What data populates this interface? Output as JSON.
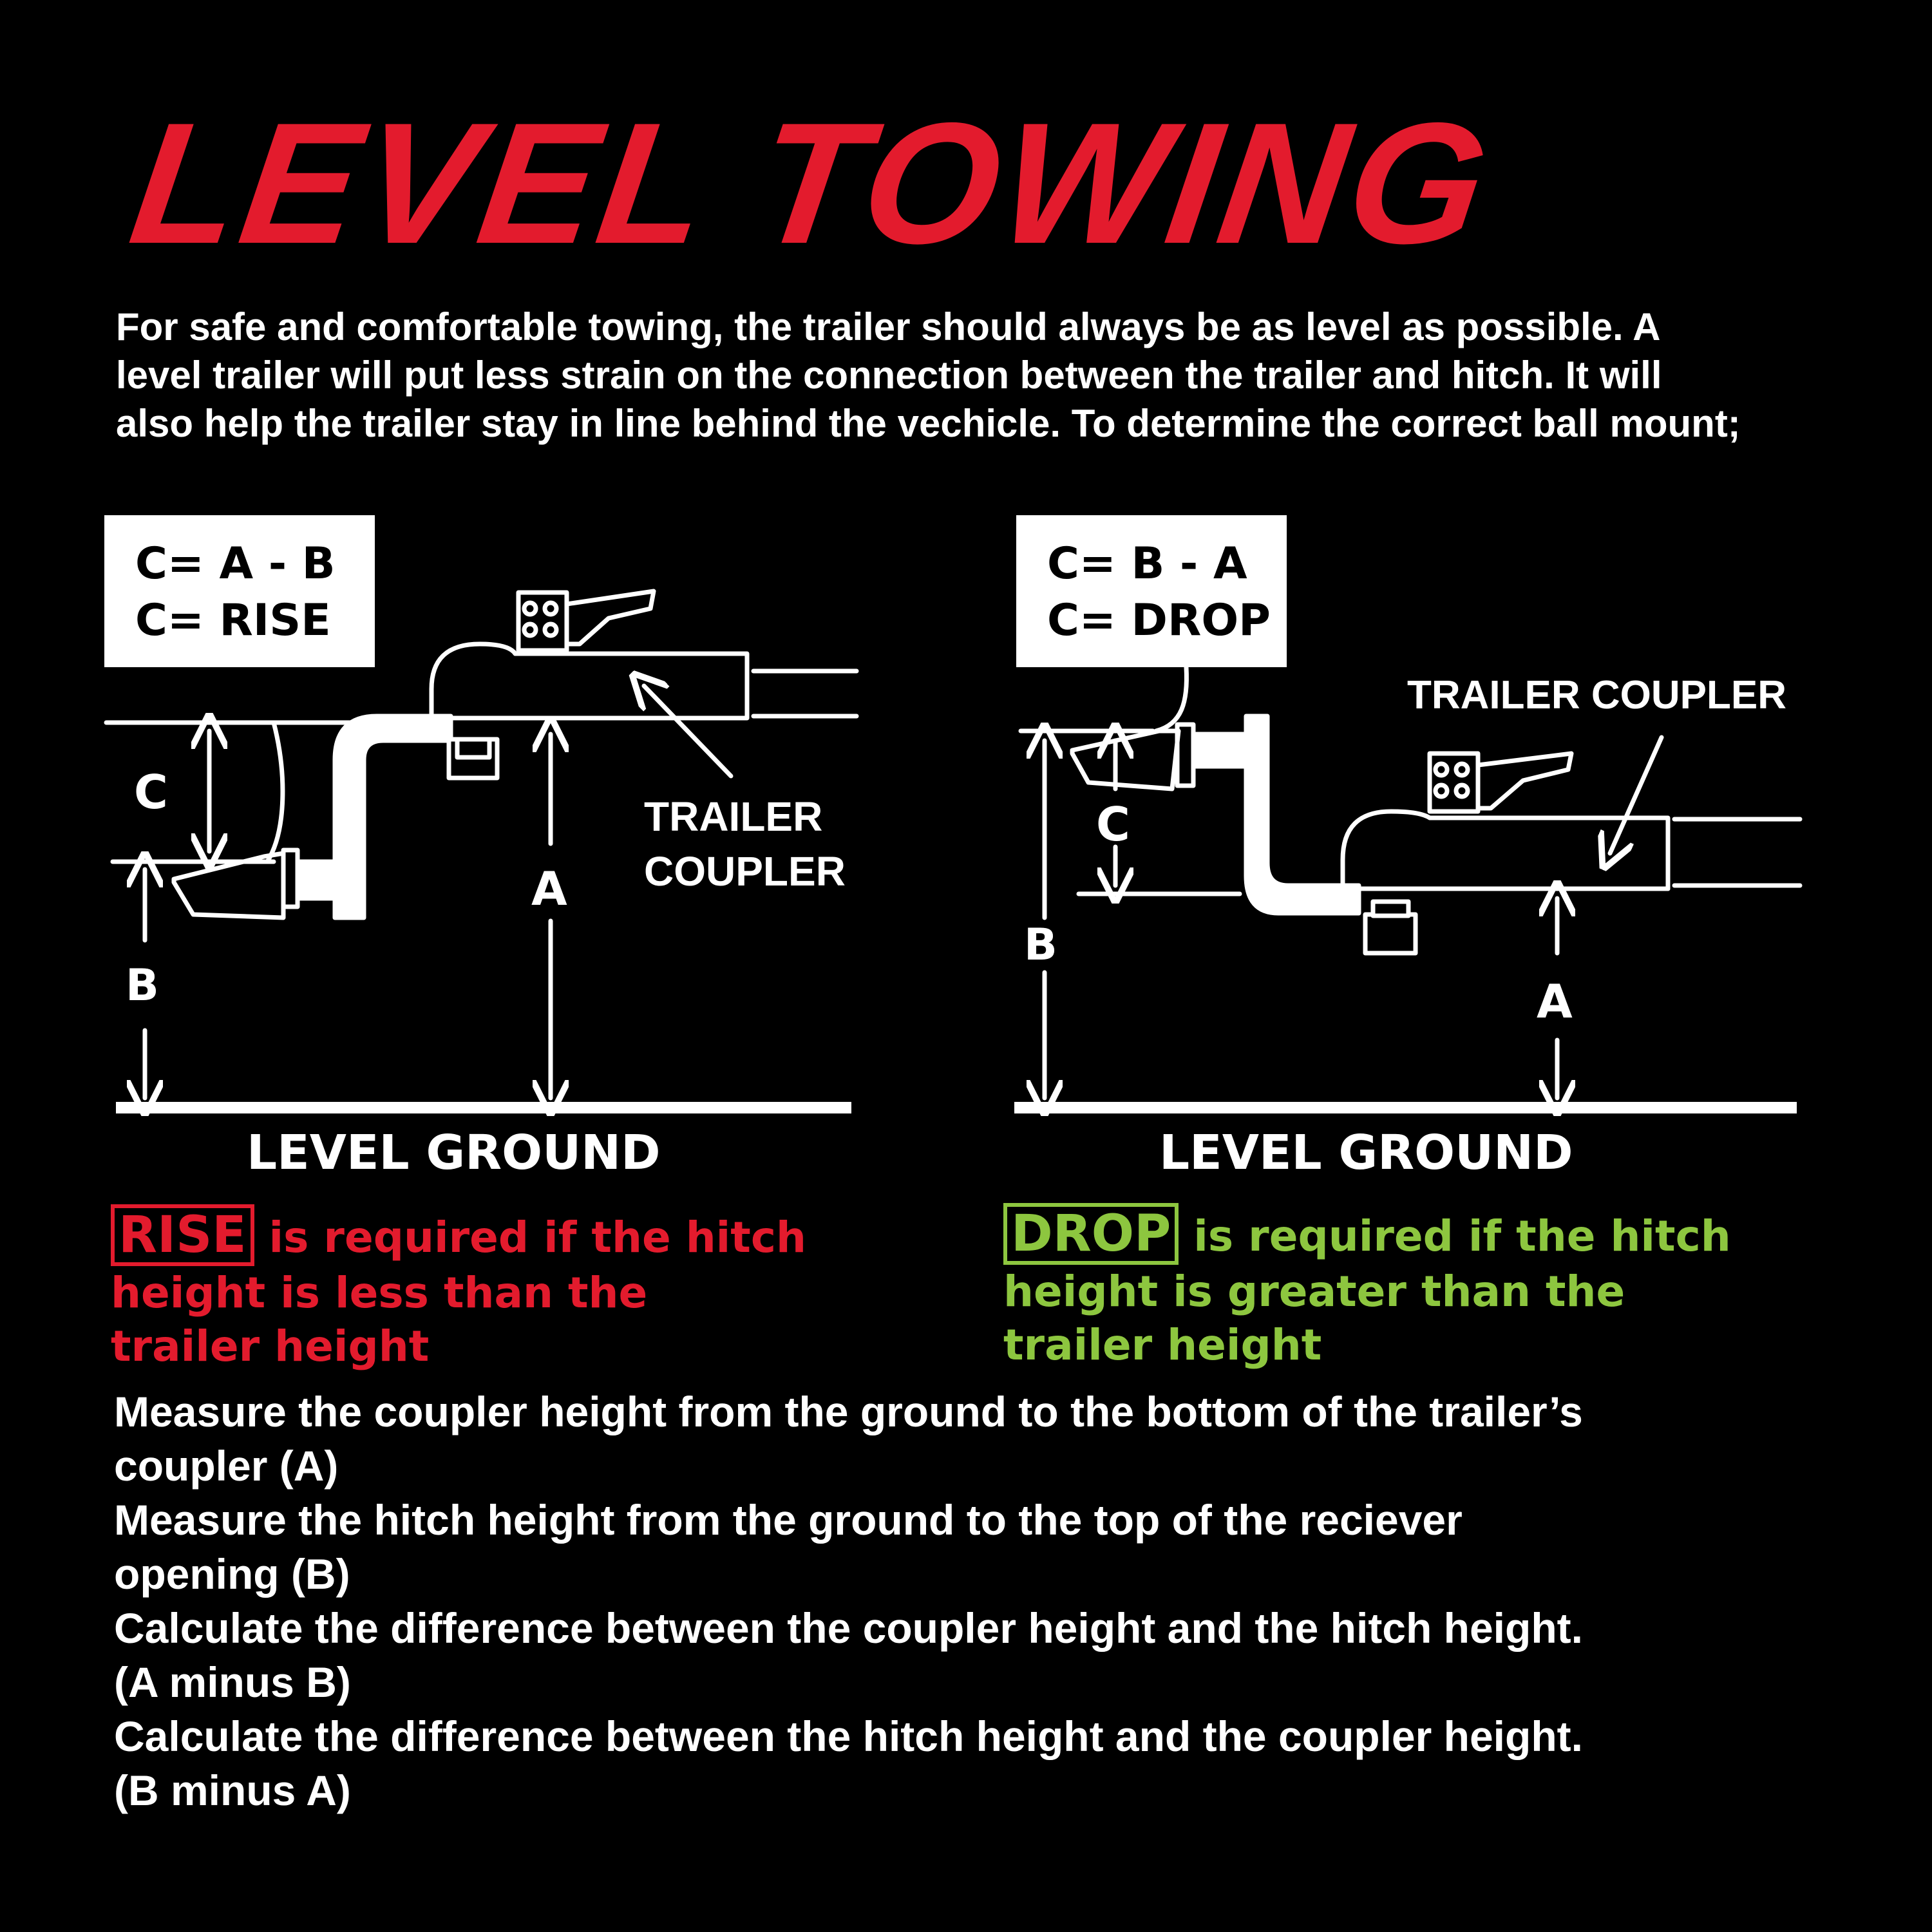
{
  "colors": {
    "background": "#000000",
    "accent_red": "#e31b2d",
    "accent_green": "#8dc63f",
    "foreground": "#ffffff"
  },
  "title": "LEVEL TOWING",
  "intro_lines": [
    "For safe and comfortable towing, the trailer should always be as level as possible. A",
    "level trailer will put less strain on the connection between the trailer and hitch. It will",
    "also help the trailer stay in line behind the vechicle. To determine the correct ball mount;"
  ],
  "rise_diagram": {
    "formula_line1": "C= A - B",
    "formula_line2": "C= RISE",
    "label_c": "C",
    "label_a": "A",
    "label_b": "B",
    "coupler_label_line1": "TRAILER",
    "coupler_label_line2": "COUPLER",
    "ground_label": "LEVEL GROUND"
  },
  "drop_diagram": {
    "formula_line1": "C= B - A",
    "formula_line2": "C= DROP",
    "label_c": "C",
    "label_a": "A",
    "label_b": "B",
    "coupler_label": "TRAILER COUPLER",
    "ground_label": "LEVEL GROUND"
  },
  "rise_note": {
    "keyword": "RISE",
    "line1_rest": " is required if the hitch",
    "line2": "height is less than the",
    "line3": "trailer height"
  },
  "drop_note": {
    "keyword": "DROP",
    "line1_rest": " is required if the hitch",
    "line2": "height is greater than the",
    "line3": "trailer height"
  },
  "steps": [
    "Measure the coupler height from the ground to the bottom of the trailer’s",
    "coupler (A)",
    "Measure the hitch height from the ground to the top of the reciever",
    "opening (B)",
    "Calculate the difference between the coupler height and the hitch height.",
    "(A minus B)",
    "Calculate the difference between the hitch height and the coupler height.",
    "(B minus A)"
  ]
}
